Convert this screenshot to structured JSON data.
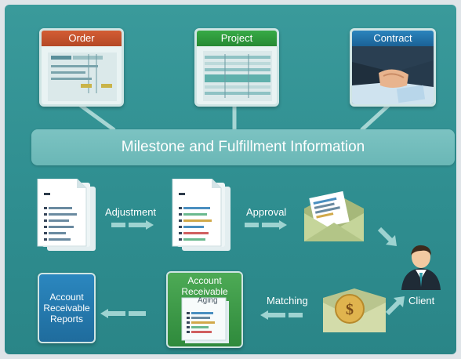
{
  "cards": {
    "order": {
      "title": "Order",
      "color": "#c0512b"
    },
    "project": {
      "title": "Project",
      "color": "#2e9a3d"
    },
    "contract": {
      "title": "Contract",
      "color": "#1f6ea0"
    }
  },
  "banner": {
    "text": "Milestone and Fulfillment Information"
  },
  "flow": {
    "adjustment": "Adjustment",
    "approval": "Approval",
    "matching": "Matching",
    "client": "Client"
  },
  "account_receivable": {
    "line1": "Account",
    "line2": "Receivable",
    "aging": "Aging"
  },
  "reports": {
    "line1": "Account",
    "line2": "Receivable",
    "line3": "Reports"
  },
  "colors": {
    "accent": "#2f8e90",
    "arrow": "#9ed3d1",
    "money": "#c8963a"
  }
}
